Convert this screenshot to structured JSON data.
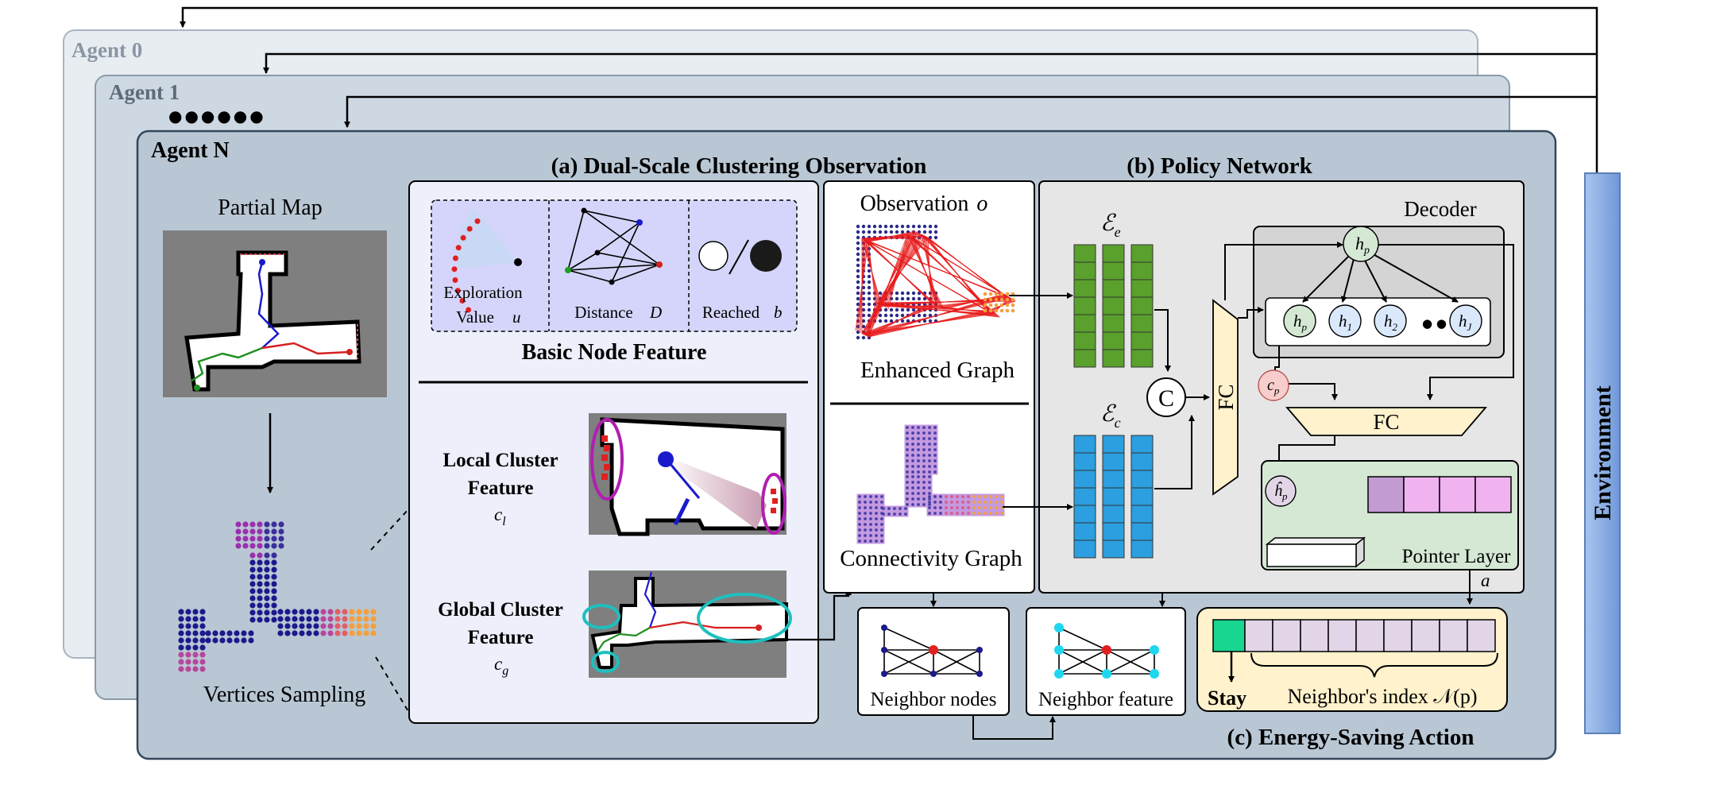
{
  "agents": {
    "agent0": "Agent 0",
    "agent1": "Agent 1",
    "agentN": "Agent N",
    "ellipsis": "●●●●●●"
  },
  "environment": "Environment",
  "left": {
    "partial_map": "Partial Map",
    "vertices_sampling": "Vertices Sampling"
  },
  "section_a": {
    "title": "(a) Dual-Scale Clustering Observation",
    "exploration_l1": "Exploration",
    "exploration_l2": "Value",
    "exploration_sym": "u",
    "distance": "Distance",
    "distance_sym": "D",
    "reached": "Reached",
    "reached_sym": "b",
    "basic_node_feature": "Basic Node Feature",
    "local_l1": "Local Cluster",
    "local_l2": "Feature",
    "local_sym": "c",
    "local_sub": "l",
    "global_l1": "Global Cluster",
    "global_l2": "Feature",
    "global_sym": "c",
    "global_sub": "g"
  },
  "middle": {
    "observation": "Observation",
    "observation_sym": "o",
    "enhanced_graph": "Enhanced Graph",
    "connectivity_graph": "Connectivity Graph",
    "neighbor_nodes": "Neighbor nodes",
    "neighbor_feature": "Neighbor feature"
  },
  "section_b": {
    "title": "(b) Policy Network",
    "e_sym": "ℰ",
    "e_sub": "e",
    "c_sym": "ℰ",
    "c_sub": "c",
    "concat": "C",
    "fc_vertical": "FC",
    "decoder": "Decoder",
    "hp": "h",
    "hp_sub": "p",
    "h1_sub": "1",
    "h2_sub": "2",
    "hJ_sub": "J",
    "dots": "● ● ●",
    "cp": "c",
    "cp_sub": "p",
    "fc_trap": "FC",
    "hhat": "ĥ",
    "hhat_sub": "p",
    "pointer_layer": "Pointer Layer",
    "a_sym": "a"
  },
  "section_c": {
    "title": "(c) Energy-Saving Action",
    "stay": "Stay",
    "neighbors_index": "Neighbor's index 𝒩(p)"
  },
  "colors": {
    "agent_back_fill": "#e7ecf1",
    "agent_mid_fill": "#cfd9e2",
    "agent_front_fill": "#b8c6d3",
    "green_block": "#5aa02c",
    "blue_block": "#2b9fdf",
    "decoder_fill": "#d9d9d9",
    "pointer_fill": "#d5e8d4",
    "action_fill": "#fff2cc",
    "environment_fill": "#7ea6e0"
  }
}
